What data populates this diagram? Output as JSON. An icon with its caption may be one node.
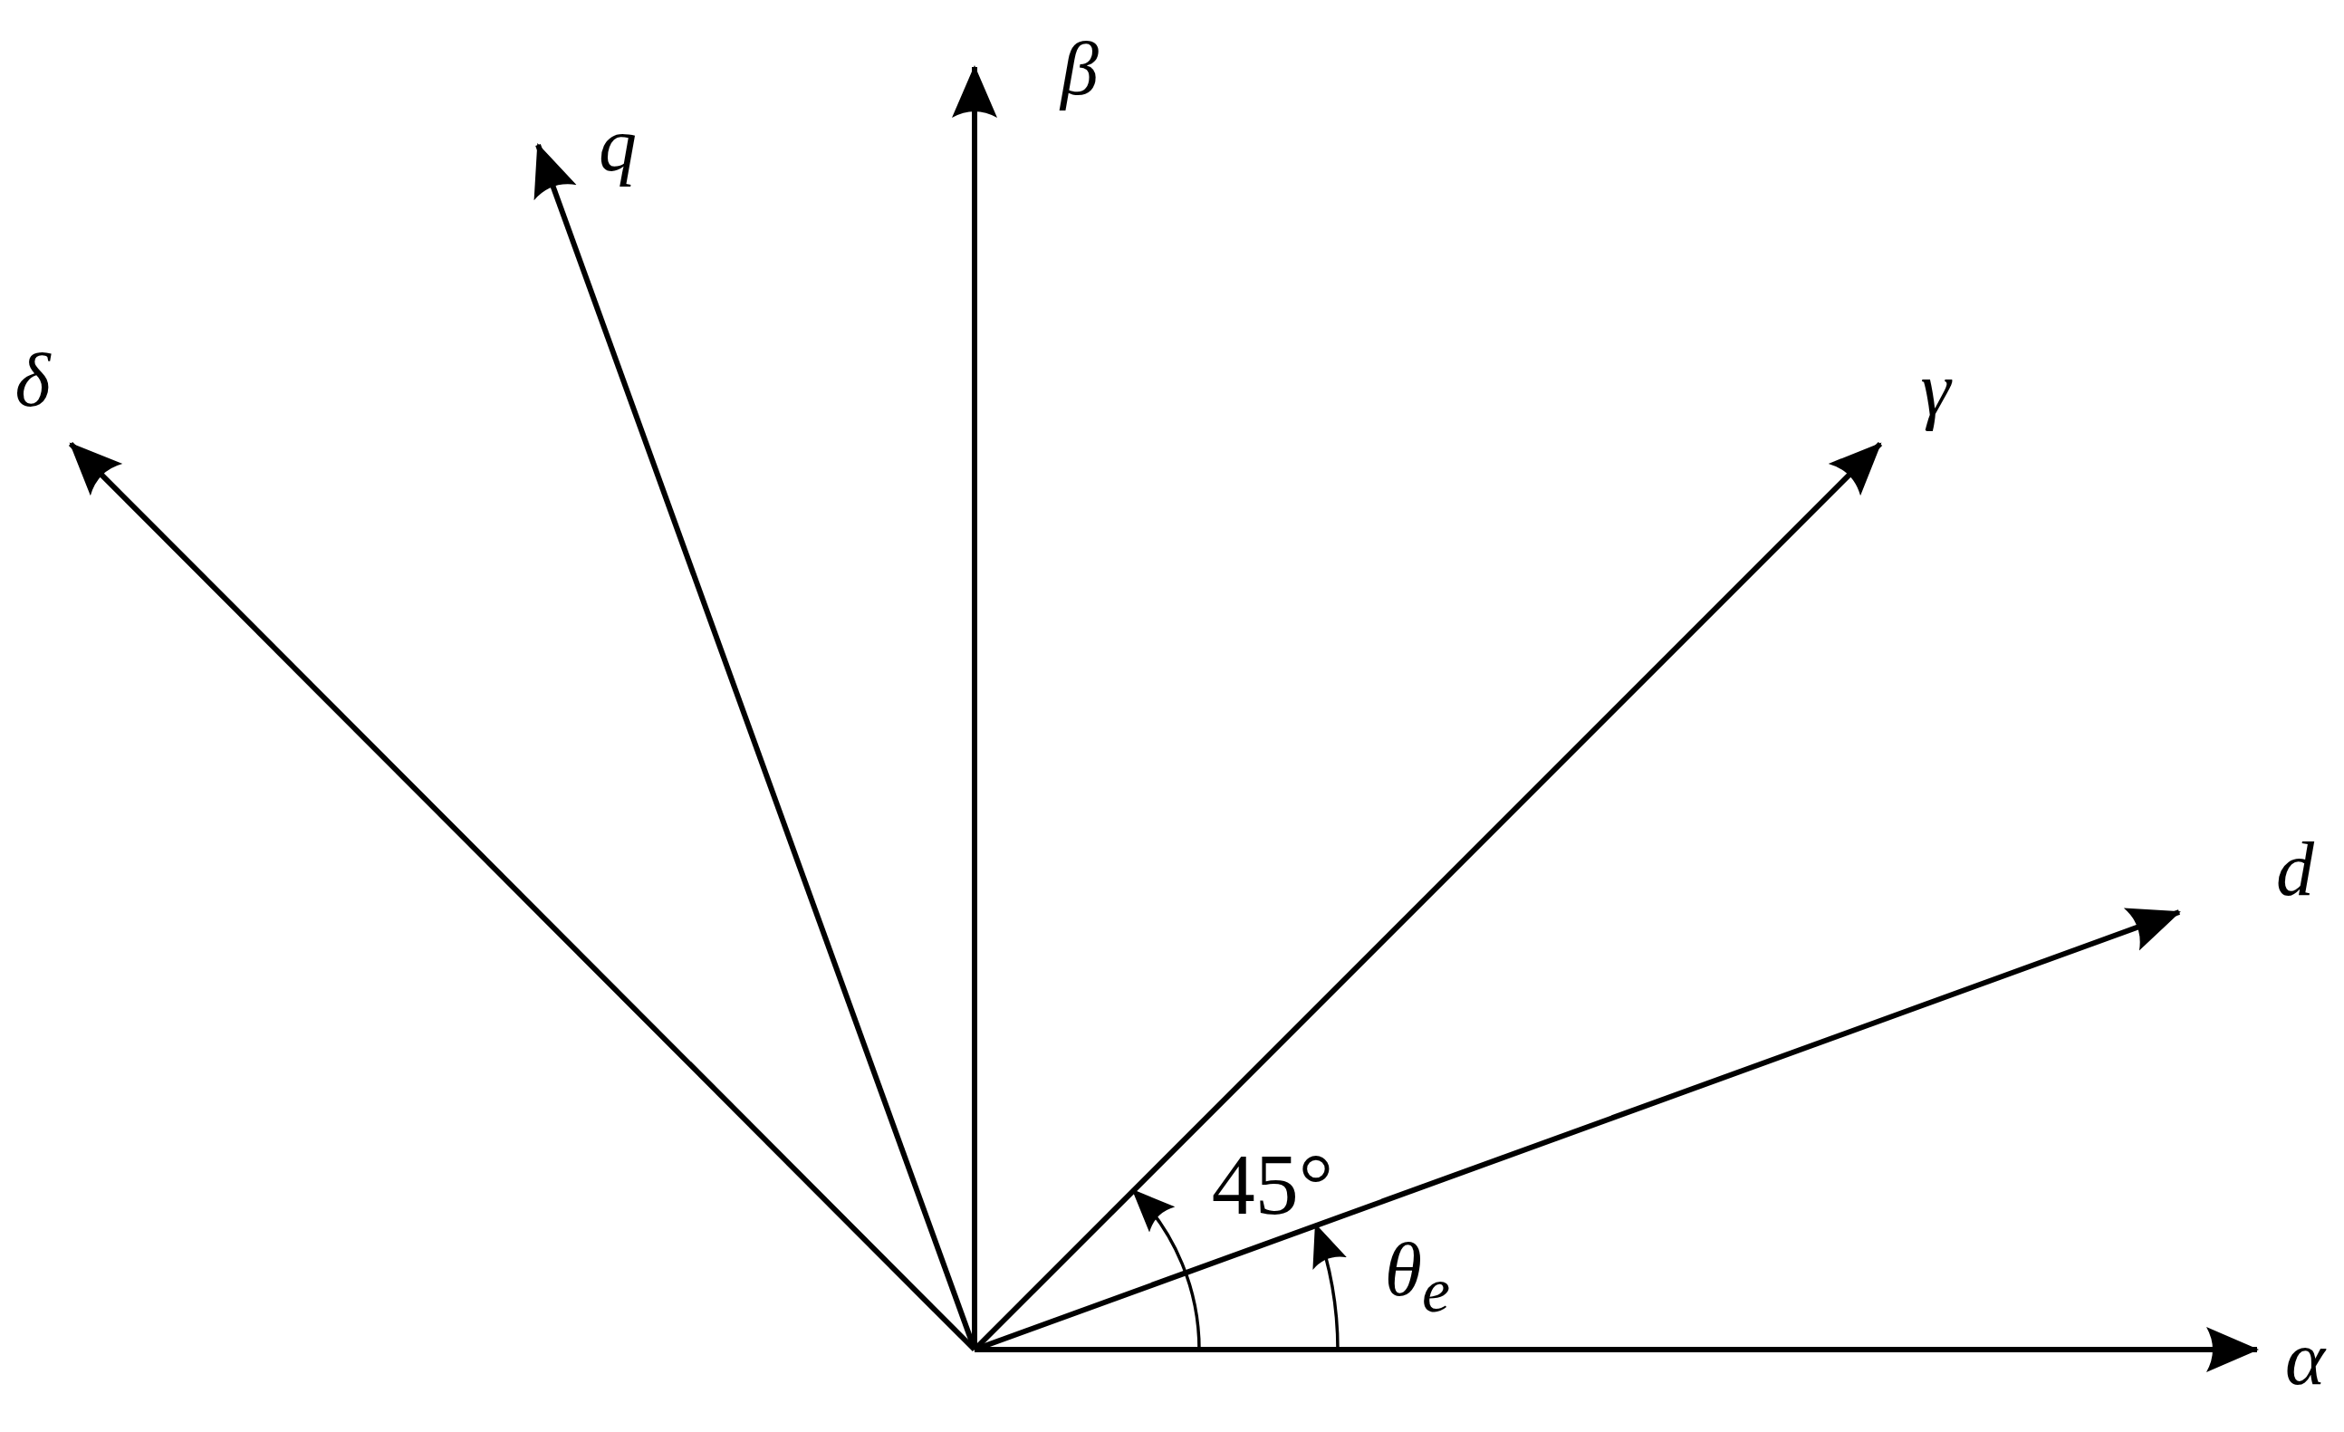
{
  "diagram": {
    "labels": [
      "β",
      "q",
      "δ",
      "γ",
      "d",
      "45°",
      "θ$_{e}$",
      "α"
    ]
  }
}
